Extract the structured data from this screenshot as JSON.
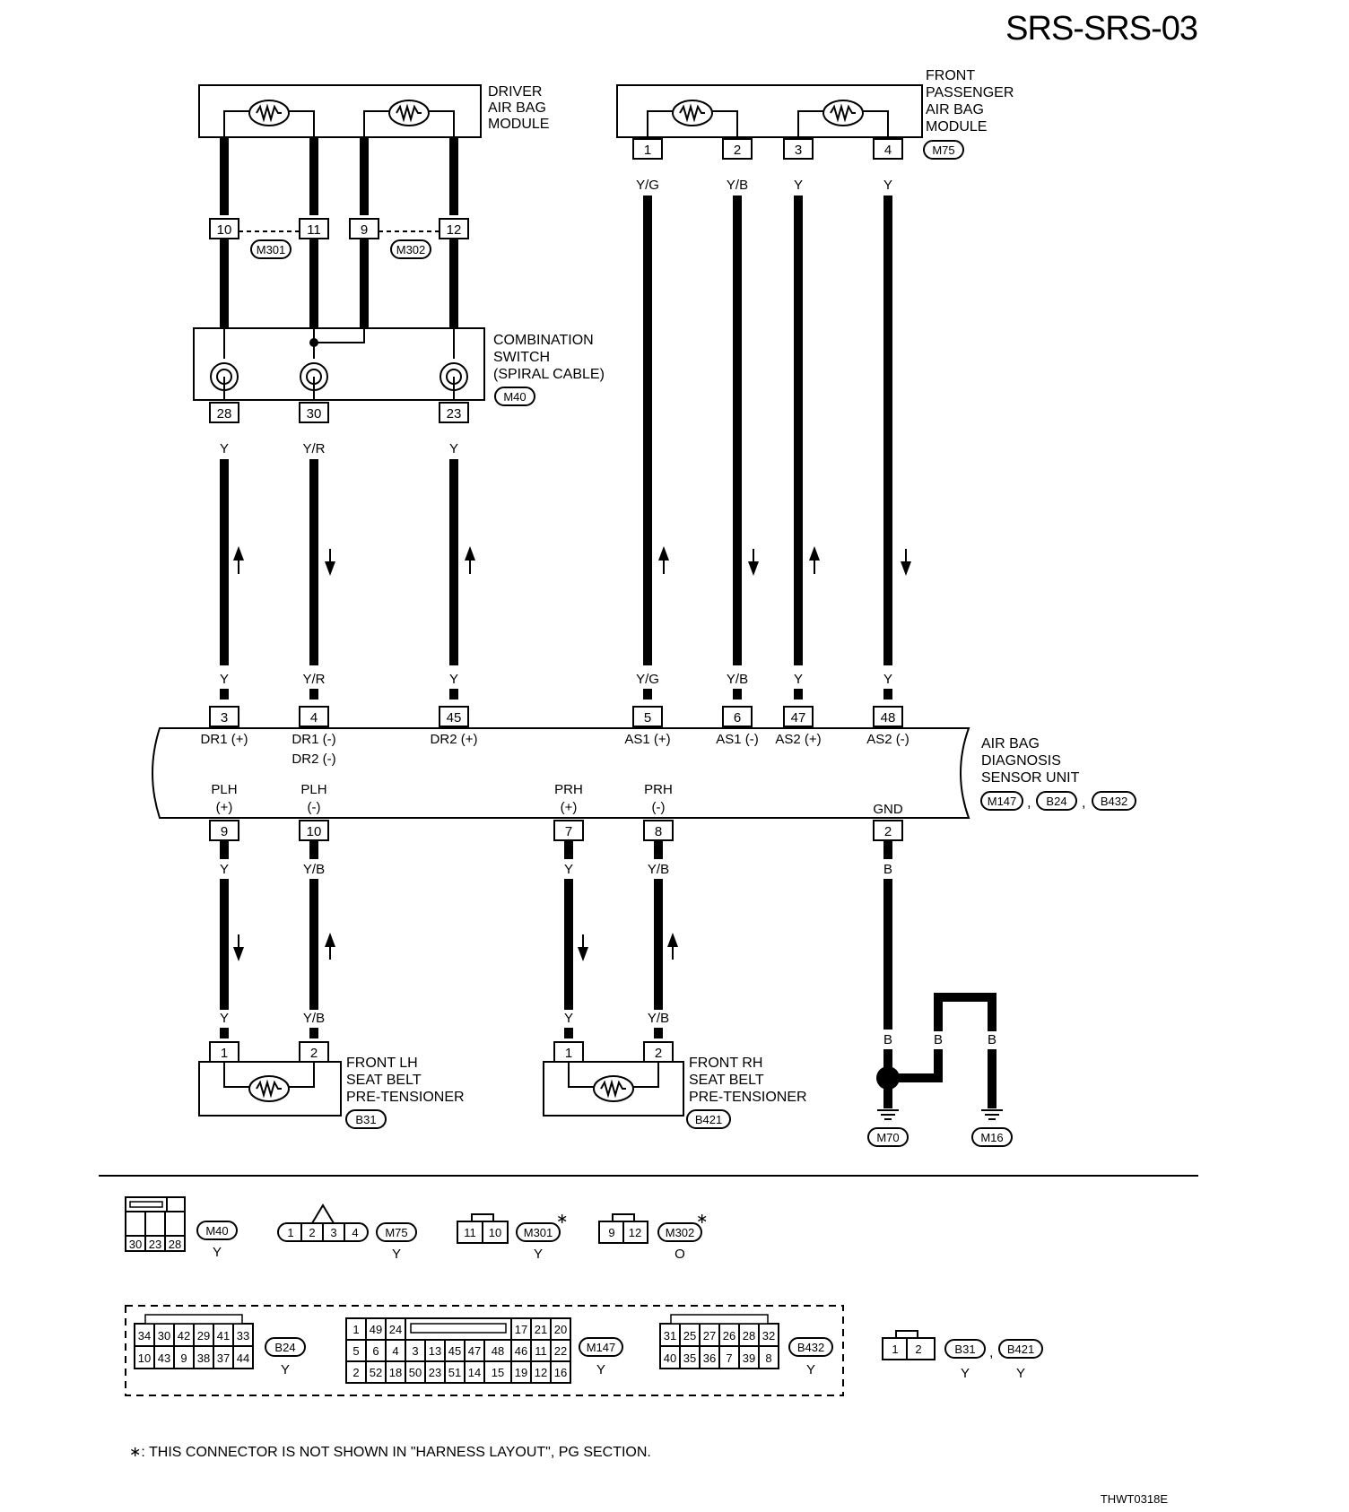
{
  "page_id": "SRS-SRS-03",
  "figure_code": "THWT0318E",
  "footnote": "∗: THIS CONNECTOR IS NOT SHOWN IN \"HARNESS LAYOUT\", PG SECTION.",
  "components": {
    "driver_airbag": [
      "DRIVER",
      "AIR BAG",
      "MODULE"
    ],
    "passenger_airbag": [
      "FRONT",
      "PASSENGER",
      "AIR BAG",
      "MODULE"
    ],
    "passenger_airbag_conn": "M75",
    "combination_switch": [
      "COMBINATION",
      "SWITCH",
      "(SPIRAL CABLE)"
    ],
    "combination_switch_conn": "M40",
    "sensor_unit": [
      "AIR BAG",
      "DIAGNOSIS",
      "SENSOR UNIT"
    ],
    "sensor_unit_conns": [
      "M147",
      "B24",
      "B432"
    ],
    "sensor_unit_sep": ",",
    "lh_pretensioner": [
      "FRONT LH",
      "SEAT BELT",
      "PRE-TENSIONER"
    ],
    "lh_pretensioner_conn": "B31",
    "rh_pretensioner": [
      "FRONT RH",
      "SEAT BELT",
      "PRE-TENSIONER"
    ],
    "rh_pretensioner_conn": "B421",
    "ground_conns": [
      "M70",
      "M16"
    ]
  },
  "driver_module_pins": [
    {
      "pin": "10",
      "conn": "M301"
    },
    {
      "pin": "11",
      "conn": ""
    },
    {
      "pin": "9",
      "conn": "M302"
    },
    {
      "pin": "12",
      "conn": ""
    }
  ],
  "passenger_module_pins": [
    {
      "pin": "1",
      "color": "Y/G"
    },
    {
      "pin": "2",
      "color": "Y/B"
    },
    {
      "pin": "3",
      "color": "Y"
    },
    {
      "pin": "4",
      "color": "Y"
    }
  ],
  "spiral_pins": [
    {
      "pin": "28",
      "color": "Y"
    },
    {
      "pin": "30",
      "color": "Y/R"
    },
    {
      "pin": "23",
      "color": "Y"
    }
  ],
  "sensor_top_pins": [
    {
      "pin": "3",
      "color": "Y",
      "name": "DR1 (+)",
      "name2": ""
    },
    {
      "pin": "4",
      "color": "Y/R",
      "name": "DR1 (-)",
      "name2": "DR2 (-)"
    },
    {
      "pin": "45",
      "color": "Y",
      "name": "DR2 (+)",
      "name2": ""
    },
    {
      "pin": "5",
      "color": "Y/G",
      "name": "AS1 (+)",
      "name2": ""
    },
    {
      "pin": "6",
      "color": "Y/B",
      "name": "AS1 (-)",
      "name2": ""
    },
    {
      "pin": "47",
      "color": "Y",
      "name": "AS2 (+)",
      "name2": ""
    },
    {
      "pin": "48",
      "color": "Y",
      "name": "AS2 (-)",
      "name2": ""
    }
  ],
  "sensor_bottom_pins": [
    {
      "pin": "9",
      "color": "Y",
      "name": "PLH",
      "name2": "(+)"
    },
    {
      "pin": "10",
      "color": "Y/B",
      "name": "PLH",
      "name2": "(-)"
    },
    {
      "pin": "7",
      "color": "Y",
      "name": "PRH",
      "name2": "(+)"
    },
    {
      "pin": "8",
      "color": "Y/B",
      "name": "PRH",
      "name2": "(-)"
    },
    {
      "pin": "2",
      "color": "B",
      "name": "GND",
      "name2": ""
    }
  ],
  "pretensioner_pins": [
    {
      "pin": "1",
      "color": "Y"
    },
    {
      "pin": "2",
      "color": "Y/B"
    },
    {
      "pin": "1",
      "color": "Y"
    },
    {
      "pin": "2",
      "color": "Y/B"
    }
  ],
  "ground_colors": [
    "B",
    "B",
    "B"
  ],
  "connector_legend": {
    "row1": [
      {
        "id": "M40",
        "color": "Y",
        "pins": [
          [
            "30",
            "23",
            "28"
          ]
        ],
        "star": false
      },
      {
        "id": "M75",
        "color": "Y",
        "pins": [
          [
            "1",
            "2",
            "3",
            "4"
          ]
        ],
        "star": false
      },
      {
        "id": "M301",
        "color": "Y",
        "pins": [
          [
            "11",
            "10"
          ]
        ],
        "star": true
      },
      {
        "id": "M302",
        "color": "O",
        "pins": [
          [
            "9",
            "12"
          ]
        ],
        "star": true
      }
    ],
    "row2": [
      {
        "id": "B24",
        "color": "Y",
        "pins": [
          [
            "34",
            "30",
            "42",
            "29",
            "41",
            "33"
          ],
          [
            "10",
            "43",
            "9",
            "38",
            "37",
            "44"
          ]
        ]
      },
      {
        "id": "M147",
        "color": "Y",
        "pins": [
          [
            "1",
            "49",
            "24",
            "",
            "17",
            "21",
            "20"
          ],
          [
            "5",
            "6",
            "4",
            "3",
            "13",
            "45",
            "47",
            "48",
            "46",
            "11",
            "22"
          ],
          [
            "2",
            "52",
            "18",
            "50",
            "23",
            "51",
            "14",
            "15",
            "19",
            "12",
            "16"
          ]
        ]
      },
      {
        "id": "B432",
        "color": "Y",
        "pins": [
          [
            "31",
            "25",
            "27",
            "26",
            "28",
            "32"
          ],
          [
            "40",
            "35",
            "36",
            "7",
            "39",
            "8"
          ]
        ]
      },
      {
        "id": "B31",
        "color": "Y",
        "pins": [
          [
            "1",
            "2"
          ]
        ]
      },
      {
        "id": "B421",
        "color": "Y",
        "pins": []
      }
    ],
    "star_symbol": "∗",
    "sep": ","
  }
}
